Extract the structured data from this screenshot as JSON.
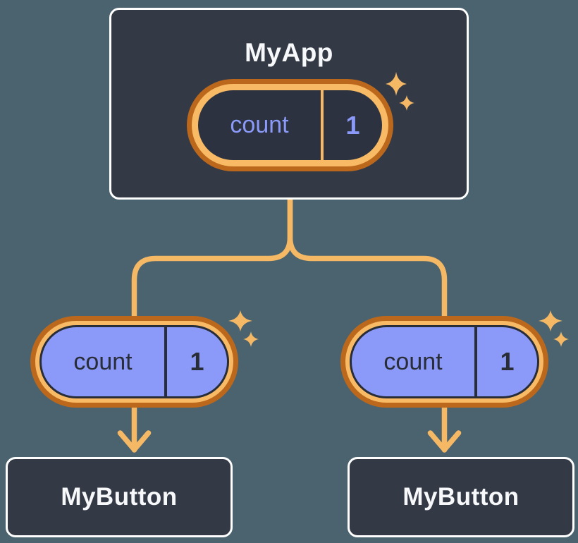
{
  "page": {
    "background_color": "#4B636E"
  },
  "palette": {
    "card_fill": "#343946",
    "card_border": "#FFFFFF",
    "title_text": "#F7F8FA",
    "connector_amber": "#F5B864",
    "pill_ring_outer": "#BC681C",
    "pill_ring_inner": "#F8BA64",
    "state_pill_fill": "#2C323F",
    "state_text_purple": "#8B9AF8",
    "prop_pill_fill": "#8B9AF8",
    "prop_text_dark": "#282D38"
  },
  "icons": {
    "sparkle": "four-point-star",
    "arrow": "chevron-down-arrow"
  },
  "tree": {
    "root": {
      "title": "MyApp",
      "state": {
        "name": "count",
        "value": "1"
      }
    },
    "children": [
      {
        "title": "MyButton",
        "prop": {
          "name": "count",
          "value": "1"
        }
      },
      {
        "title": "MyButton",
        "prop": {
          "name": "count",
          "value": "1"
        }
      }
    ]
  }
}
